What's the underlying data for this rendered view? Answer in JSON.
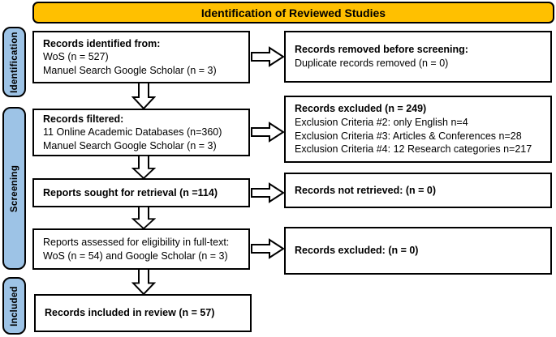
{
  "title": "Identification of Reviewed Studies",
  "colors": {
    "header_fill": "#FFC000",
    "stage_fill": "#9DC3E6",
    "border": "#000000",
    "box_fill": "#FFFFFF",
    "text": "#000000"
  },
  "stages": {
    "identification": "Identification",
    "screening": "Screening",
    "included": "Included"
  },
  "boxes": {
    "identified": {
      "lines": [
        "Records identified from:",
        "WoS (n = 527)",
        "Manuel Search Google Scholar (n = 3)"
      ]
    },
    "removed_before_screening": {
      "lines": [
        "Records removed before screening:",
        "Duplicate records removed (n = 0)"
      ]
    },
    "filtered": {
      "lines": [
        "Records filtered:",
        "11 Online Academic Databases (n=360)",
        "Manuel Search Google Scholar (n = 3)"
      ]
    },
    "excluded_screening": {
      "lines": [
        "Records excluded (n = 249)",
        "Exclusion Criteria #2: only English n=4",
        "Exclusion Criteria #3: Articles & Conferences n=28",
        "Exclusion Criteria #4: 12 Research categories n=217"
      ]
    },
    "sought": {
      "lines": [
        "Reports sought for retrieval (n =114)"
      ]
    },
    "not_retrieved": {
      "lines": [
        "Records not retrieved: (n = 0)"
      ]
    },
    "assessed": {
      "lines": [
        "Reports assessed for eligibility in full-text:",
        "WoS (n = 54) and Google Scholar (n = 3)"
      ]
    },
    "excluded_fulltext": {
      "lines": [
        "Records excluded: (n = 0)"
      ]
    },
    "included_review": {
      "lines": [
        "Records included in review (n = 57)"
      ]
    }
  }
}
